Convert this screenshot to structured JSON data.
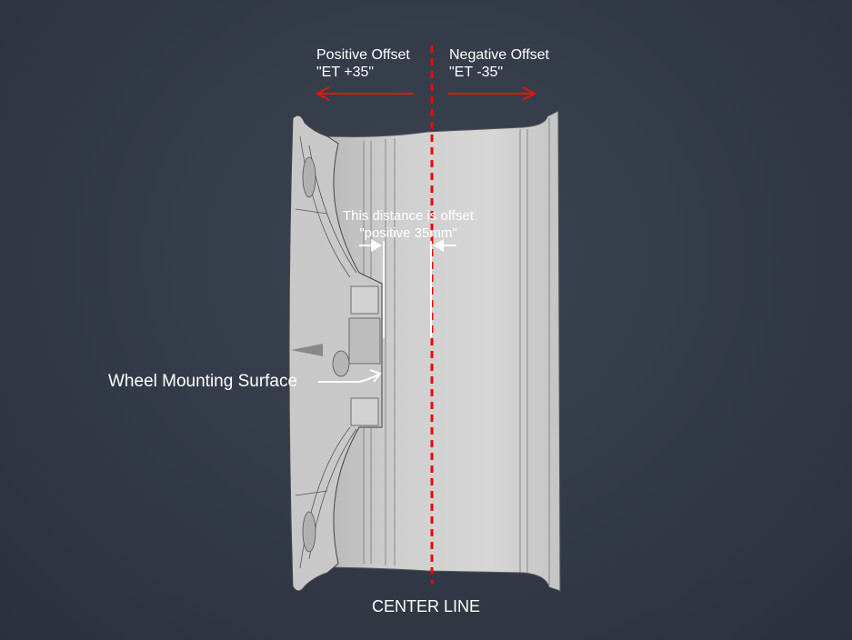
{
  "labels": {
    "positive_offset": "Positive Offset",
    "positive_et": "\"ET +35\"",
    "negative_offset": "Negative Offset",
    "negative_et": "\"ET -35\"",
    "distance_line1": "This distance is offset",
    "distance_line2": "\"positive 35mm\"",
    "mounting_surface": "Wheel Mounting Surface",
    "center_line": "CENTER LINE"
  },
  "colors": {
    "arrow_red": "#ee1111",
    "center_line_red": "#ff0000",
    "annotation_white": "#ffffff",
    "background": "#333a47"
  }
}
